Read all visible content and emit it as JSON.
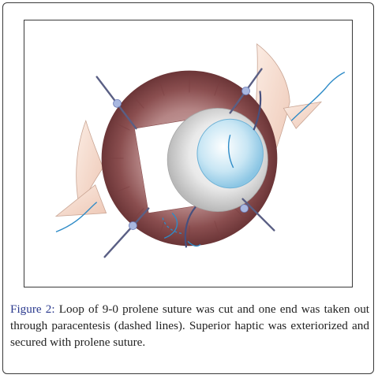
{
  "caption": {
    "label": "Figure 2:",
    "text": "Loop of 9-0 prolene suture was cut and one end was taken out through paracentesis (dashed lines). Superior haptic was exteriorized and secured with prolene suture."
  },
  "colors": {
    "caption_label": "#2b3a8e",
    "iris": "#8a4e4f",
    "suture": "#2e8bc7",
    "instrument": "#5a5f84",
    "scleral_flap": "#f3ddd0"
  },
  "icons": [
    "surgical-illustration"
  ]
}
